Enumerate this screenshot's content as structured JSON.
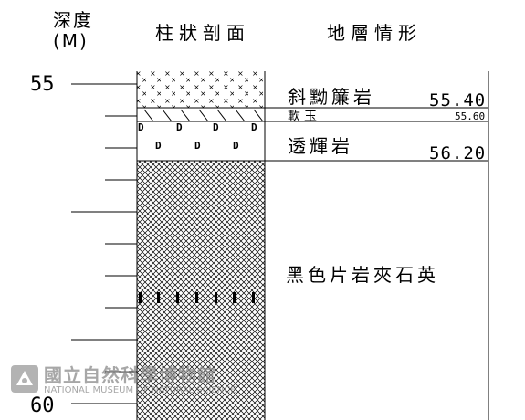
{
  "headers": {
    "depth_line1": "深度",
    "depth_line2": "(M)",
    "column": "柱狀剖面",
    "lithology": "地層情形"
  },
  "depth_scale": {
    "top": "55",
    "bottom": "60"
  },
  "layers": [
    {
      "name": "斜黝簾岩",
      "bottom_depth": "55.40",
      "pattern": "cross-dots"
    },
    {
      "name": "軟玉",
      "bottom_depth": "55.60",
      "pattern": "slash"
    },
    {
      "name": "透輝岩",
      "bottom_depth": "56.20",
      "pattern": "D-symbols"
    },
    {
      "name": "黑色片岩夾石英",
      "bottom_depth": "",
      "pattern": "crosshatch-with-quartz-dashes"
    }
  ],
  "watermark": {
    "chinese": "國立自然科學博物館",
    "english": "NATIONAL MUSEUM OF NATURAL SCIENCE"
  }
}
